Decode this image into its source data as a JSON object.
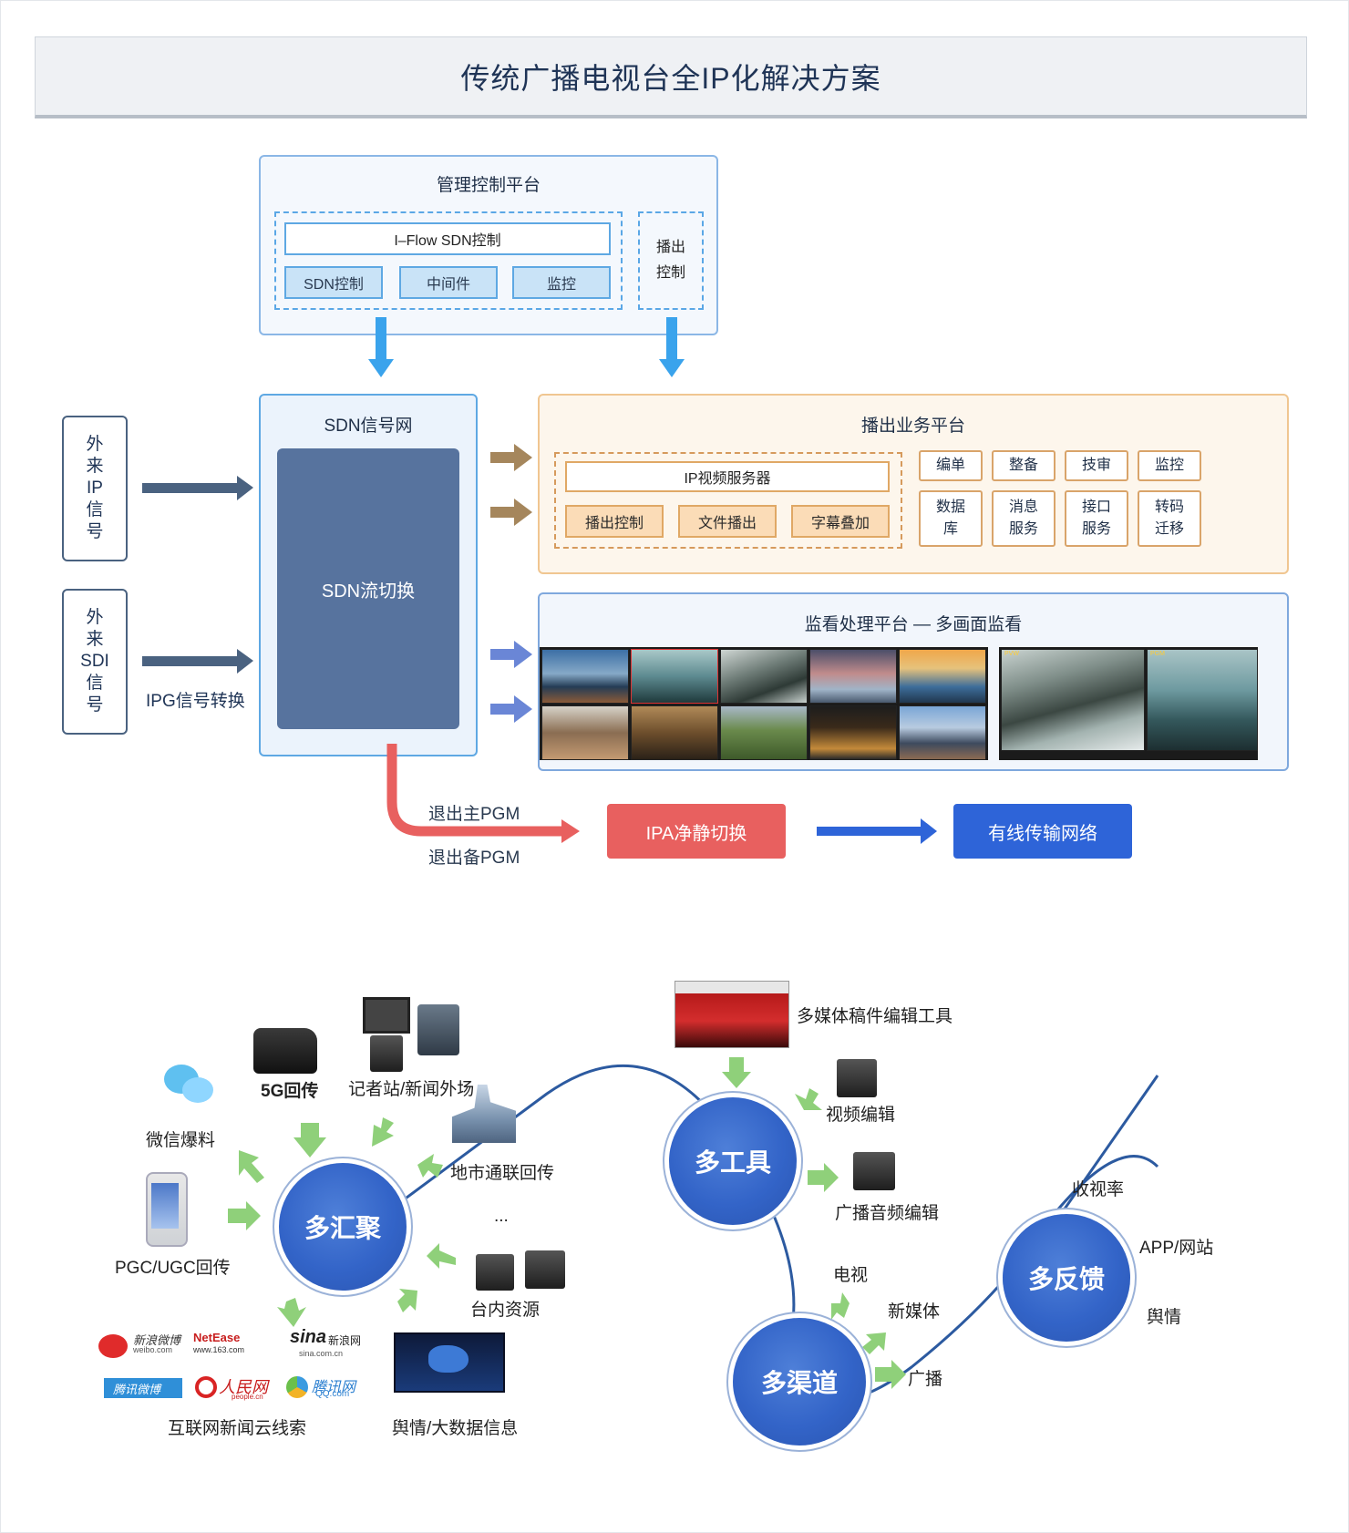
{
  "page": {
    "title": "传统广播电视台全IP化解决方案"
  },
  "control_platform": {
    "title": "管理控制平台",
    "iflow": "I–Flow SDN控制",
    "modules": [
      "SDN控制",
      "中间件",
      "监控"
    ],
    "broadcast_control": "播出\n控制"
  },
  "inputs": {
    "ip": "外\n来\nIP\n信\n号",
    "sdi": "外\n来\nSDI\n信\n号",
    "ipg_label": "IPG信号转换"
  },
  "sdn_network": {
    "title": "SDN信号网",
    "core": "SDN流切换"
  },
  "broadcast_platform": {
    "title": "播出业务平台",
    "server": "IP视频服务器",
    "server_modules": [
      "播出控制",
      "文件播出",
      "字幕叠加"
    ],
    "tiles_row1": [
      "编单",
      "整备",
      "技审",
      "监控"
    ],
    "tiles_row2": [
      "数据\n库",
      "消息\n服务",
      "接口\n服务",
      "转码\n迁移"
    ]
  },
  "monitor_platform": {
    "title": "监看处理平台 — 多画面监看",
    "pvw": "PVW",
    "pgm": "PGM"
  },
  "output": {
    "main_pgm": "退出主PGM",
    "backup_pgm": "退出备PGM",
    "ipa": "IPA净静切换",
    "cable": "有线传输网络"
  },
  "bottom": {
    "hubs": [
      "多汇聚",
      "多工具",
      "多渠道",
      "多反馈"
    ],
    "sources": {
      "wechat": "微信爆料",
      "g5": "5G回传",
      "reporter": "记者站/新闻外场",
      "city": "地市通联回传",
      "pgc": "PGC/UGC回传",
      "ellipsis": "...",
      "internal": "台内资源",
      "internet": "互联网新闻云线索",
      "bigdata": "舆情/大数据信息"
    },
    "logos": {
      "weibo": "新浪微博",
      "weibo_url": "weibo.com",
      "netease": "NetEase",
      "netease_url": "www.163.com",
      "sina": "sina",
      "sina_cn": "新浪网",
      "sina_url": "sina.com.cn",
      "tencent_weibo": "腾讯微博",
      "people": "人民网",
      "people_url": "people.cn",
      "qq": "腾讯网",
      "qq_url": "QQ.com"
    },
    "tools": {
      "editor": "多媒体稿件编辑工具",
      "video": "视频编辑",
      "audio": "广播音频编辑"
    },
    "channels": {
      "tv": "电视",
      "newmedia": "新媒体",
      "radio": "广播"
    },
    "feedback": {
      "rating": "收视率",
      "app": "APP/网站",
      "opinion": "舆情"
    }
  },
  "colors": {
    "arrow_blue": "#3aa3ec",
    "arrow_slate": "#4a6280",
    "arrow_brown": "#a5865c",
    "arrow_violet": "#6a86d6",
    "red": "#e8605f",
    "cable_blue": "#2e64d8",
    "green": "#8fd07a"
  }
}
